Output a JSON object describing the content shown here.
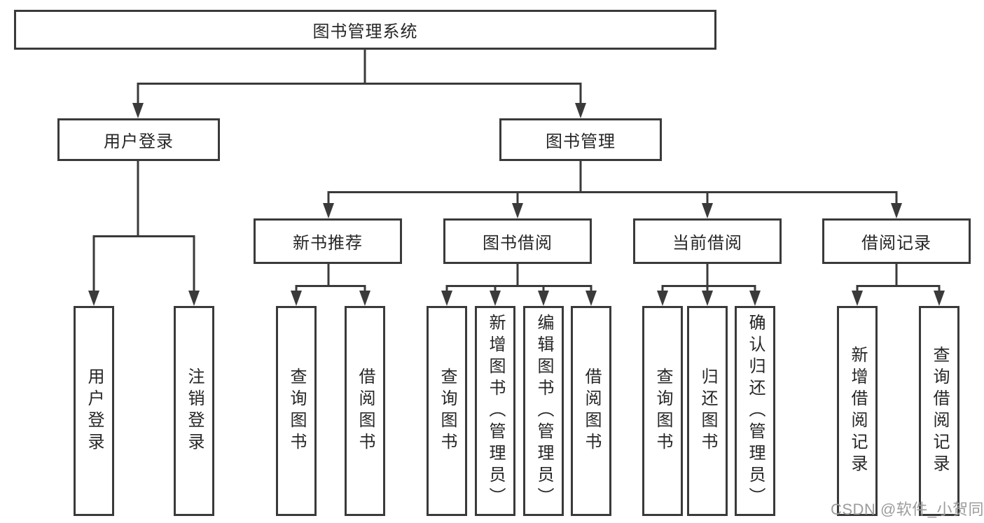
{
  "diagram": {
    "title": "图书管理系统",
    "level2": {
      "user_login": "用户登录",
      "book_management": "图书管理"
    },
    "level3": {
      "new_book_recommend": "新书推荐",
      "book_borrow": "图书借阅",
      "current_borrow": "当前借阅",
      "borrow_records": "借阅记录"
    },
    "leaves": {
      "user_login": "用户登录",
      "logout": "注销登录",
      "nbr_query_books": "查询图书",
      "nbr_borrow_books": "借阅图书",
      "bb_query_books": "查询图书",
      "bb_add_books_admin": "新增图书（管理员）",
      "bb_edit_books_admin": "编辑图书（管理员）",
      "bb_borrow_books": "借阅图书",
      "cb_query_books": "查询图书",
      "cb_return_books": "归还图书",
      "cb_confirm_return_admin": "确认归还（管理员）",
      "br_add_record": "新增借阅记录",
      "br_query_record": "查询借阅记录"
    },
    "watermark": "CSDN @软件_小贺同学",
    "colors": {
      "line": "#3a3a3a",
      "text": "#262626",
      "box_fill": "#ffffff",
      "background": "#ffffff",
      "watermark": "#9c9c9c"
    }
  }
}
